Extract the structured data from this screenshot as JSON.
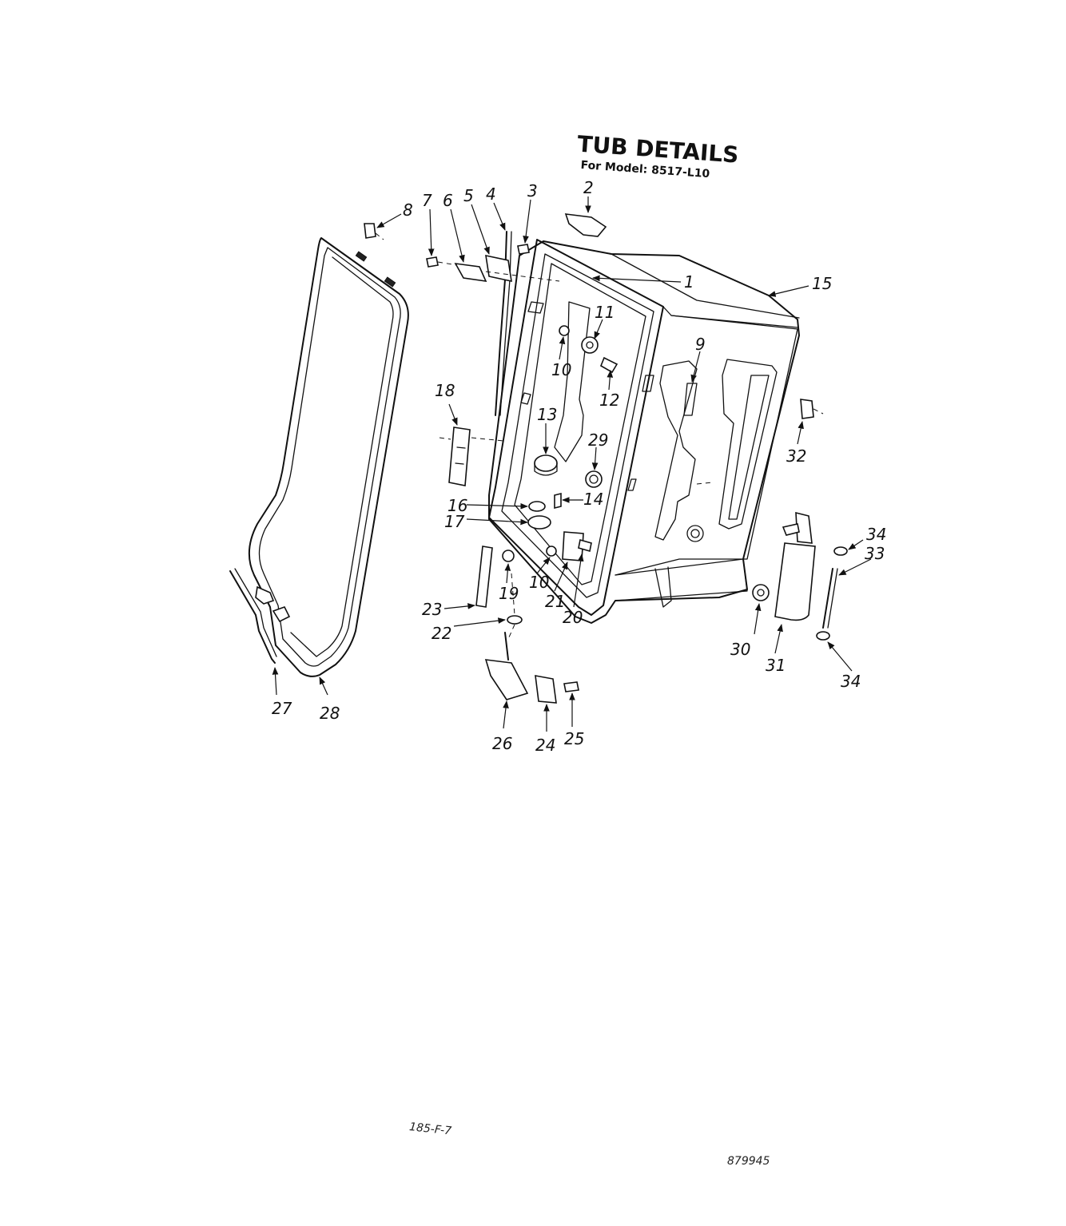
{
  "title": {
    "main": "TUB DETAILS",
    "subtitle": "For Model: 8517-L10"
  },
  "callouts": {
    "c1": "1",
    "c2": "2",
    "c3": "3",
    "c4": "4",
    "c5": "5",
    "c6": "6",
    "c7": "7",
    "c8": "8",
    "c9": "9",
    "c10a": "10",
    "c10b": "10",
    "c11": "11",
    "c12": "12",
    "c13": "13",
    "c14": "14",
    "c15": "15",
    "c16": "16",
    "c17": "17",
    "c18": "18",
    "c19": "19",
    "c20": "20",
    "c21": "21",
    "c22": "22",
    "c23": "23",
    "c24": "24",
    "c25": "25",
    "c26": "26",
    "c27": "27",
    "c28": "28",
    "c29": "29",
    "c30": "30",
    "c31": "31",
    "c32": "32",
    "c33": "33",
    "c34a": "34",
    "c34b": "34"
  },
  "footer": {
    "page_code": "185-F-7",
    "doc_number": "879945"
  }
}
